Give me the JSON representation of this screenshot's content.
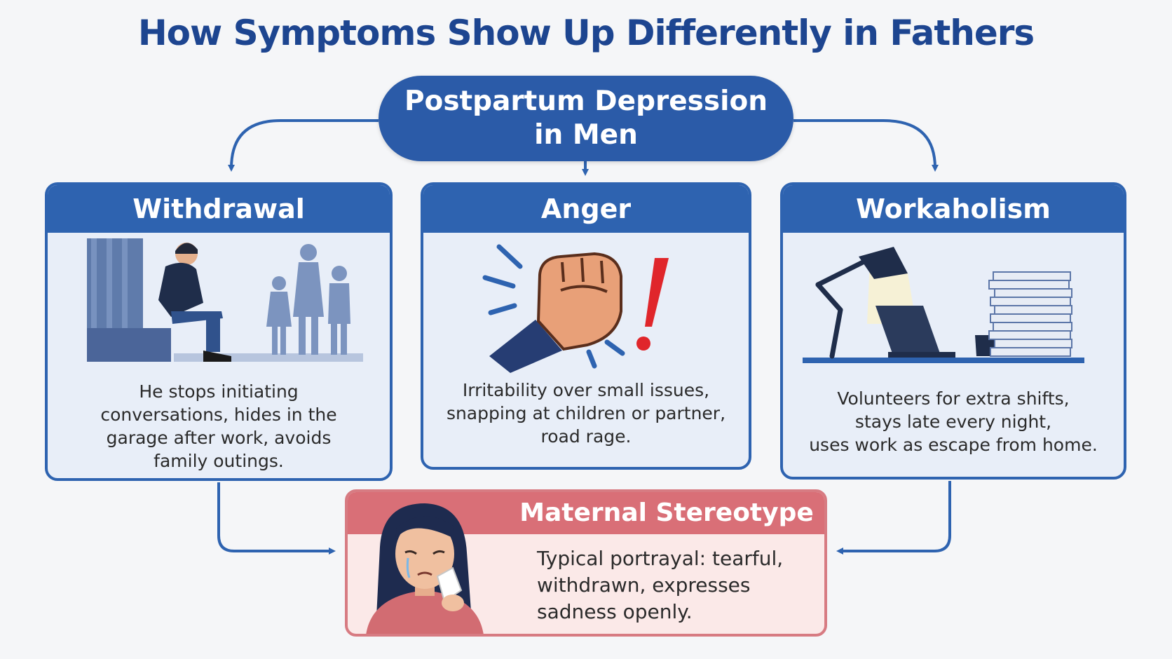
{
  "title": "How Symptoms Show Up Differently in Fathers",
  "center": {
    "line1": "Postpartum Depression",
    "line2": "in Men"
  },
  "cards": [
    {
      "heading": "Withdrawal",
      "lines": [
        "He stops initiating",
        "conversations, hides in the",
        "garage after work, avoids",
        "family outings."
      ],
      "illustration": "man-sitting-alone-family-silhouette"
    },
    {
      "heading": "Anger",
      "lines": [
        "Irritability over small issues,",
        "snapping at children or partner,",
        "road rage."
      ],
      "illustration": "clenched-fist-exclamation"
    },
    {
      "heading": "Workaholism",
      "lines": [
        "Volunteers for extra shifts,",
        "stays late every night,",
        "uses work as escape from home."
      ],
      "illustration": "desk-lamp-laptop-paper-stack"
    }
  ],
  "maternal": {
    "heading": "Maternal Stereotype",
    "lines": [
      "Typical portrayal: tearful,",
      "withdrawn, expresses",
      "sadness openly."
    ],
    "illustration": "crying-woman-tissue"
  },
  "colors": {
    "primary_blue": "#2e63b0",
    "title_blue": "#1d4590",
    "card_bg": "#e8eef8",
    "maternal_red": "#d96f77",
    "maternal_bg": "#fbe9e8",
    "accent_red": "#e0262b"
  }
}
